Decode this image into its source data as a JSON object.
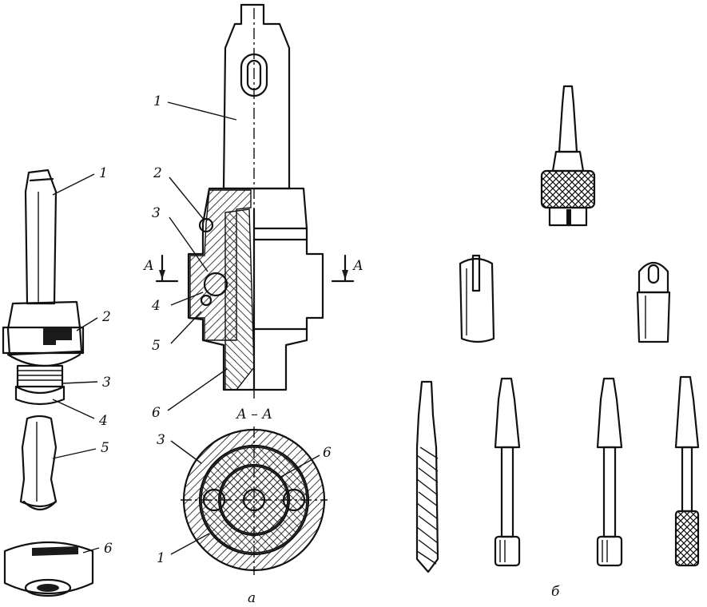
{
  "figure_labels": {
    "panel_a": "а",
    "panel_b": "б",
    "section": "А – А",
    "section_mark_left": "А",
    "section_mark_right": "А"
  },
  "exploded_view": {
    "callouts": [
      "1",
      "2",
      "3",
      "4",
      "5",
      "6"
    ]
  },
  "assembly_section": {
    "callouts": [
      "1",
      "2",
      "3",
      "4",
      "5",
      "6"
    ]
  },
  "cross_section": {
    "callouts": [
      "3",
      "6",
      "1"
    ]
  }
}
